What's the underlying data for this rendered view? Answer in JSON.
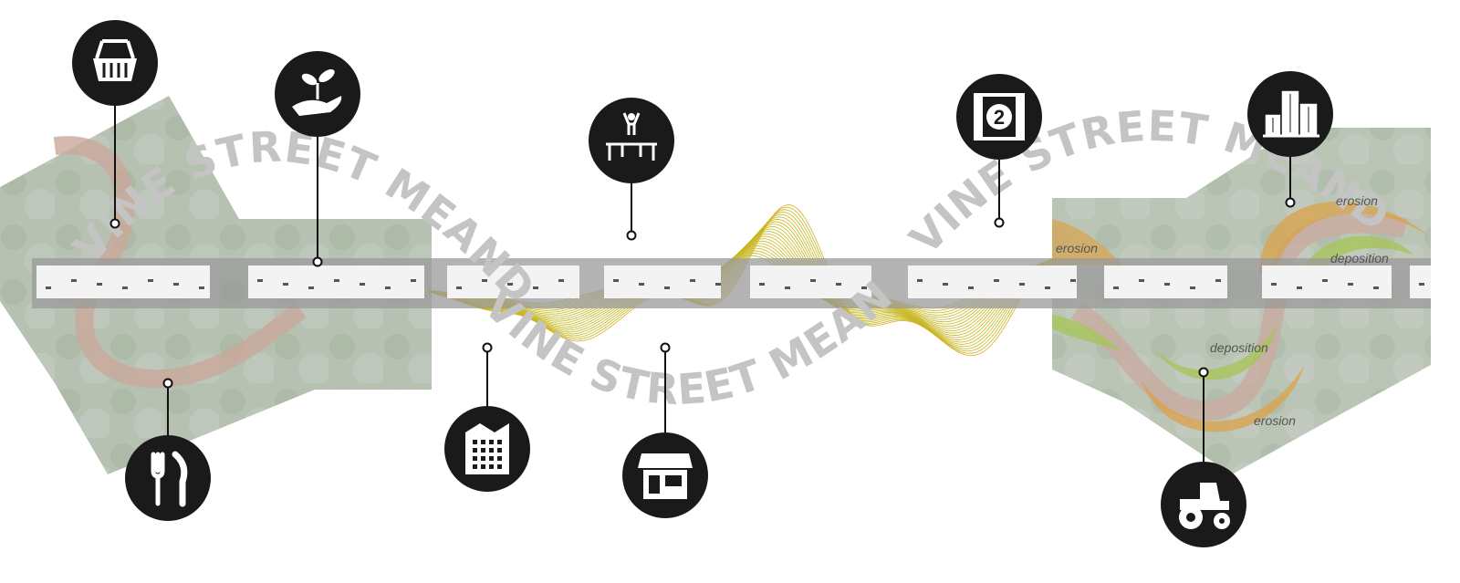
{
  "title_arcs": [
    "VINE STREET MEANDER",
    "VINE STREET MEANDER",
    "VINE STREET MEANDER"
  ],
  "river_labels": {
    "erosion_left": "erosion",
    "erosion_top": "erosion",
    "deposition_right": "deposition",
    "deposition_center": "deposition",
    "erosion_bottom": "erosion"
  },
  "icons": [
    {
      "name": "shopping-basket"
    },
    {
      "name": "hand-plant"
    },
    {
      "name": "trampoline"
    },
    {
      "name": "film-reel",
      "text": "2"
    },
    {
      "name": "lumber"
    },
    {
      "name": "fork-knife"
    },
    {
      "name": "building"
    },
    {
      "name": "storefront"
    },
    {
      "name": "tractor"
    }
  ],
  "colors": {
    "wave_orange": "#f0a51e",
    "wave_green": "#9cc81e",
    "erosion": "#d9a24a",
    "deposition": "#a8c45a",
    "icon": "#1a1a1a"
  }
}
